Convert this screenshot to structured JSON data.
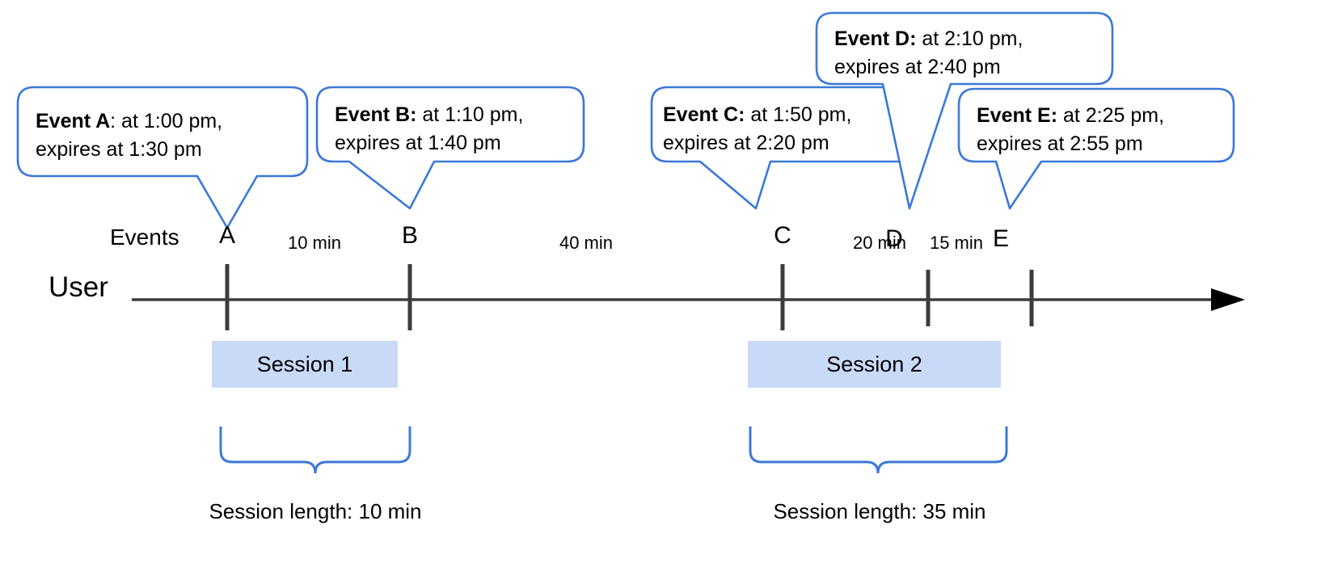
{
  "diagram": {
    "title_text_present": false,
    "accent_color": "#3c78d8",
    "session_fill": "#c9daf8",
    "axis_color": "#3c3c3c",
    "axis_row_label": "User",
    "events_row_label": "Events"
  },
  "callouts": [
    {
      "id": "A",
      "name_bold": "Event A",
      "separator": ":",
      "line1_rest": " at 1:00 pm,",
      "line2": "expires at 1:30 pm",
      "start_time": "1:00 pm",
      "expires_time": "1:30 pm"
    },
    {
      "id": "B",
      "name_bold": "Event B:",
      "separator": "",
      "line1_rest": " at 1:10 pm,",
      "line2": "expires at 1:40 pm",
      "start_time": "1:10 pm",
      "expires_time": "1:40 pm"
    },
    {
      "id": "C",
      "name_bold": "Event C:",
      "separator": "",
      "line1_rest": " at 1:50 pm,",
      "line2": "expires at 2:20 pm",
      "start_time": "1:50 pm",
      "expires_time": "2:20 pm"
    },
    {
      "id": "D",
      "name_bold": "Event D:",
      "separator": "",
      "line1_rest": " at 2:10 pm,",
      "line2": "expires at 2:40 pm",
      "start_time": "2:10 pm",
      "expires_time": "2:40 pm"
    },
    {
      "id": "E",
      "name_bold": "Event E:",
      "separator": "",
      "line1_rest": " at 2:25 pm,",
      "line2": "expires at 2:55 pm",
      "start_time": "2:25 pm",
      "expires_time": "2:55 pm"
    }
  ],
  "markers": [
    {
      "label": "A"
    },
    {
      "label": "B"
    },
    {
      "label": "C"
    },
    {
      "label": "D"
    },
    {
      "label": "E"
    }
  ],
  "gaps": [
    {
      "label": "10 min",
      "from": "A",
      "to": "B"
    },
    {
      "label": "40 min",
      "from": "B",
      "to": "C"
    },
    {
      "label": "20 min",
      "from": "C",
      "to": "D"
    },
    {
      "label": "15 min",
      "from": "D",
      "to": "E"
    }
  ],
  "sessions": [
    {
      "label": "Session 1",
      "length_label": "Session length: 10 min"
    },
    {
      "label": "Session 2",
      "length_label": "Session length: 35 min"
    }
  ]
}
